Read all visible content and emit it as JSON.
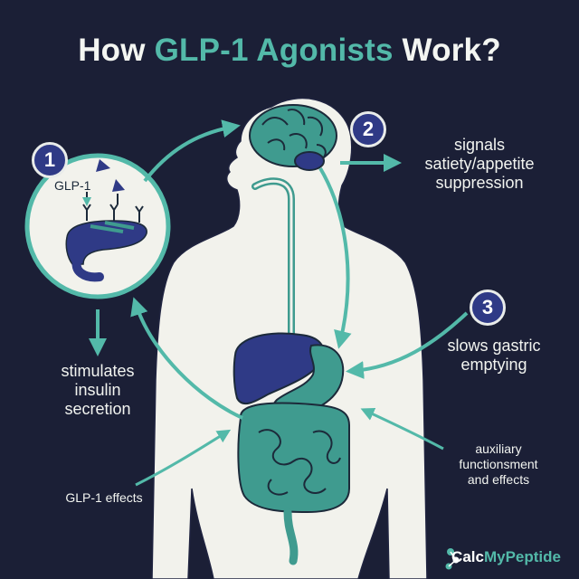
{
  "title": {
    "prefix": "How ",
    "highlight": "GLP-1 Agonists",
    "suffix": " Work?"
  },
  "steps": [
    {
      "number": "1"
    },
    {
      "number": "2",
      "lines": [
        "signals",
        "satiety/appetite",
        "suppression"
      ]
    },
    {
      "number": "3",
      "lines": [
        "slows gastric",
        "emptying"
      ]
    }
  ],
  "pancreas_inset": {
    "glp_label": "GLP-1"
  },
  "insulin_label": {
    "lines": [
      "stimulates",
      "insulin",
      "secretion"
    ]
  },
  "glp1_effects_label": "GLP-1 effects",
  "auxiliary_label": {
    "lines": [
      "auxiliary",
      "functionsment",
      "and effects"
    ]
  },
  "brand": {
    "part1": "Calc",
    "part2": "MyPeptide",
    "icon": "peptide-molecule-icon"
  },
  "colors": {
    "background": "#1b1f36",
    "teal": "#3f9b8f",
    "teal_light": "#53b9a9",
    "navy": "#2f3a86",
    "body": "#f2f2ec"
  }
}
